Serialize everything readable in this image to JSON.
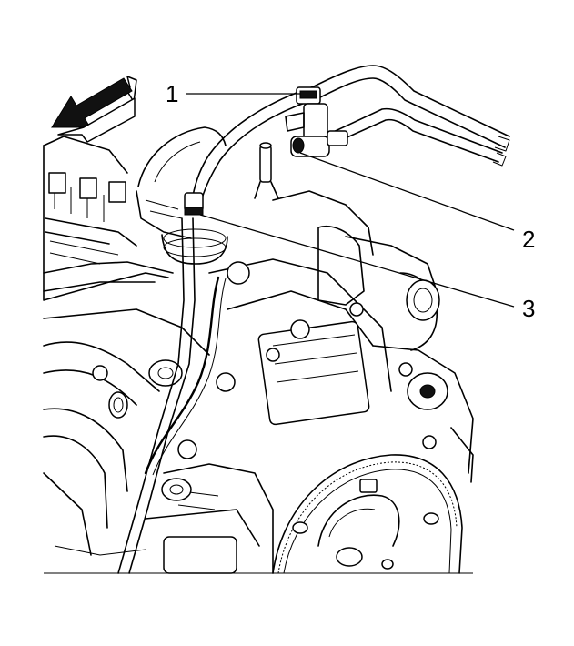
{
  "diagram": {
    "callouts": [
      {
        "number": "1"
      },
      {
        "number": "2"
      },
      {
        "number": "3"
      }
    ],
    "direction_arrow": "front-arrow-icon"
  }
}
